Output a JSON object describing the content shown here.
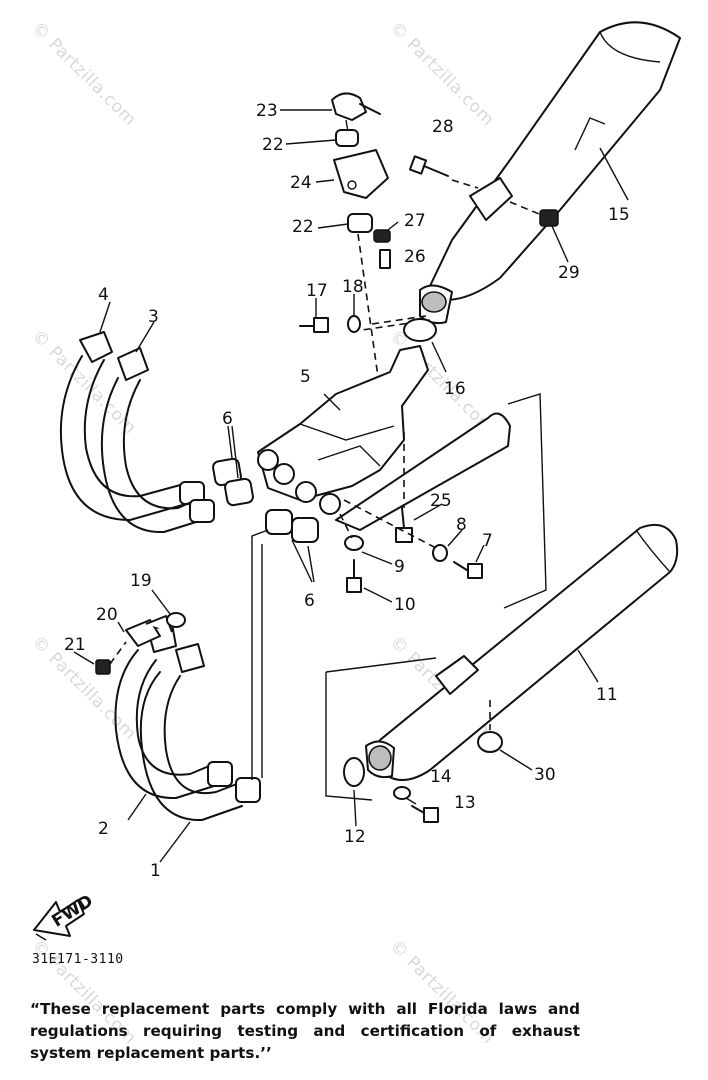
{
  "watermark": "© Partzilla.com",
  "callouts": {
    "c1": "1",
    "c2": "2",
    "c3": "3",
    "c4": "4",
    "c5": "5",
    "c6a": "6",
    "c6b": "6",
    "c7": "7",
    "c8": "8",
    "c9": "9",
    "c10": "10",
    "c11": "11",
    "c12": "12",
    "c13": "13",
    "c14": "14",
    "c15": "15",
    "c16": "16",
    "c17": "17",
    "c18": "18",
    "c19": "19",
    "c20": "20",
    "c21": "21",
    "c22a": "22",
    "c22b": "22",
    "c23": "23",
    "c24": "24",
    "c25": "25",
    "c26": "26",
    "c27": "27",
    "c28": "28",
    "c29": "29",
    "c30": "30"
  },
  "fwd_label": "FWD",
  "catalog_code": "31E171-3110",
  "compliance_note": "“These replacement parts comply with all Florida laws and regulations requiring testing and certification of exhaust system replacement parts.’’"
}
